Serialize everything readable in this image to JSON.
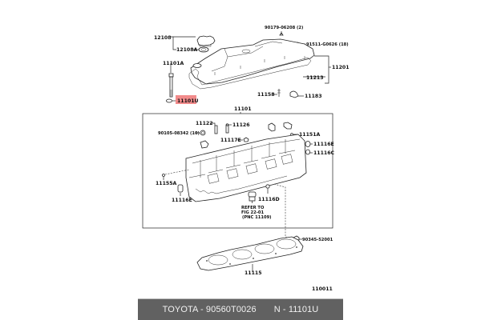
{
  "diagram": {
    "title_ref": "11101",
    "figure_code": "110011",
    "highlight_color": "#f28b8b",
    "highlighted_part": "11101U",
    "labels": {
      "p12108": "12108",
      "p12108A": "12108A",
      "p90179": "90179-06208 (2)",
      "p91511": "91511-G0626 (18)",
      "p11101A": "11101A",
      "p11201": "11201",
      "p11213": "11213",
      "p11101U": "11101U",
      "p11158": "11158",
      "p11183": "11183",
      "p11101": "11101",
      "p11122": "11122",
      "p11126": "11126",
      "p90105": "90105-08342 (10)",
      "p11117E": "11117E",
      "p11151A": "11151A",
      "p11116E_r": "11116E",
      "p11116C": "11116C",
      "p11155A": "11155A",
      "p11116E_l": "11116E",
      "p11116D": "11116D",
      "refer1": "REFER TO",
      "refer2": "FIG 22-01",
      "refer3": "(PNC 11109)",
      "p90345": "90345-52001",
      "p11115": "11115",
      "fig": "110011"
    }
  },
  "caption": {
    "brand": "TOYOTA - 90560T0026",
    "part": "N - 11101U"
  }
}
